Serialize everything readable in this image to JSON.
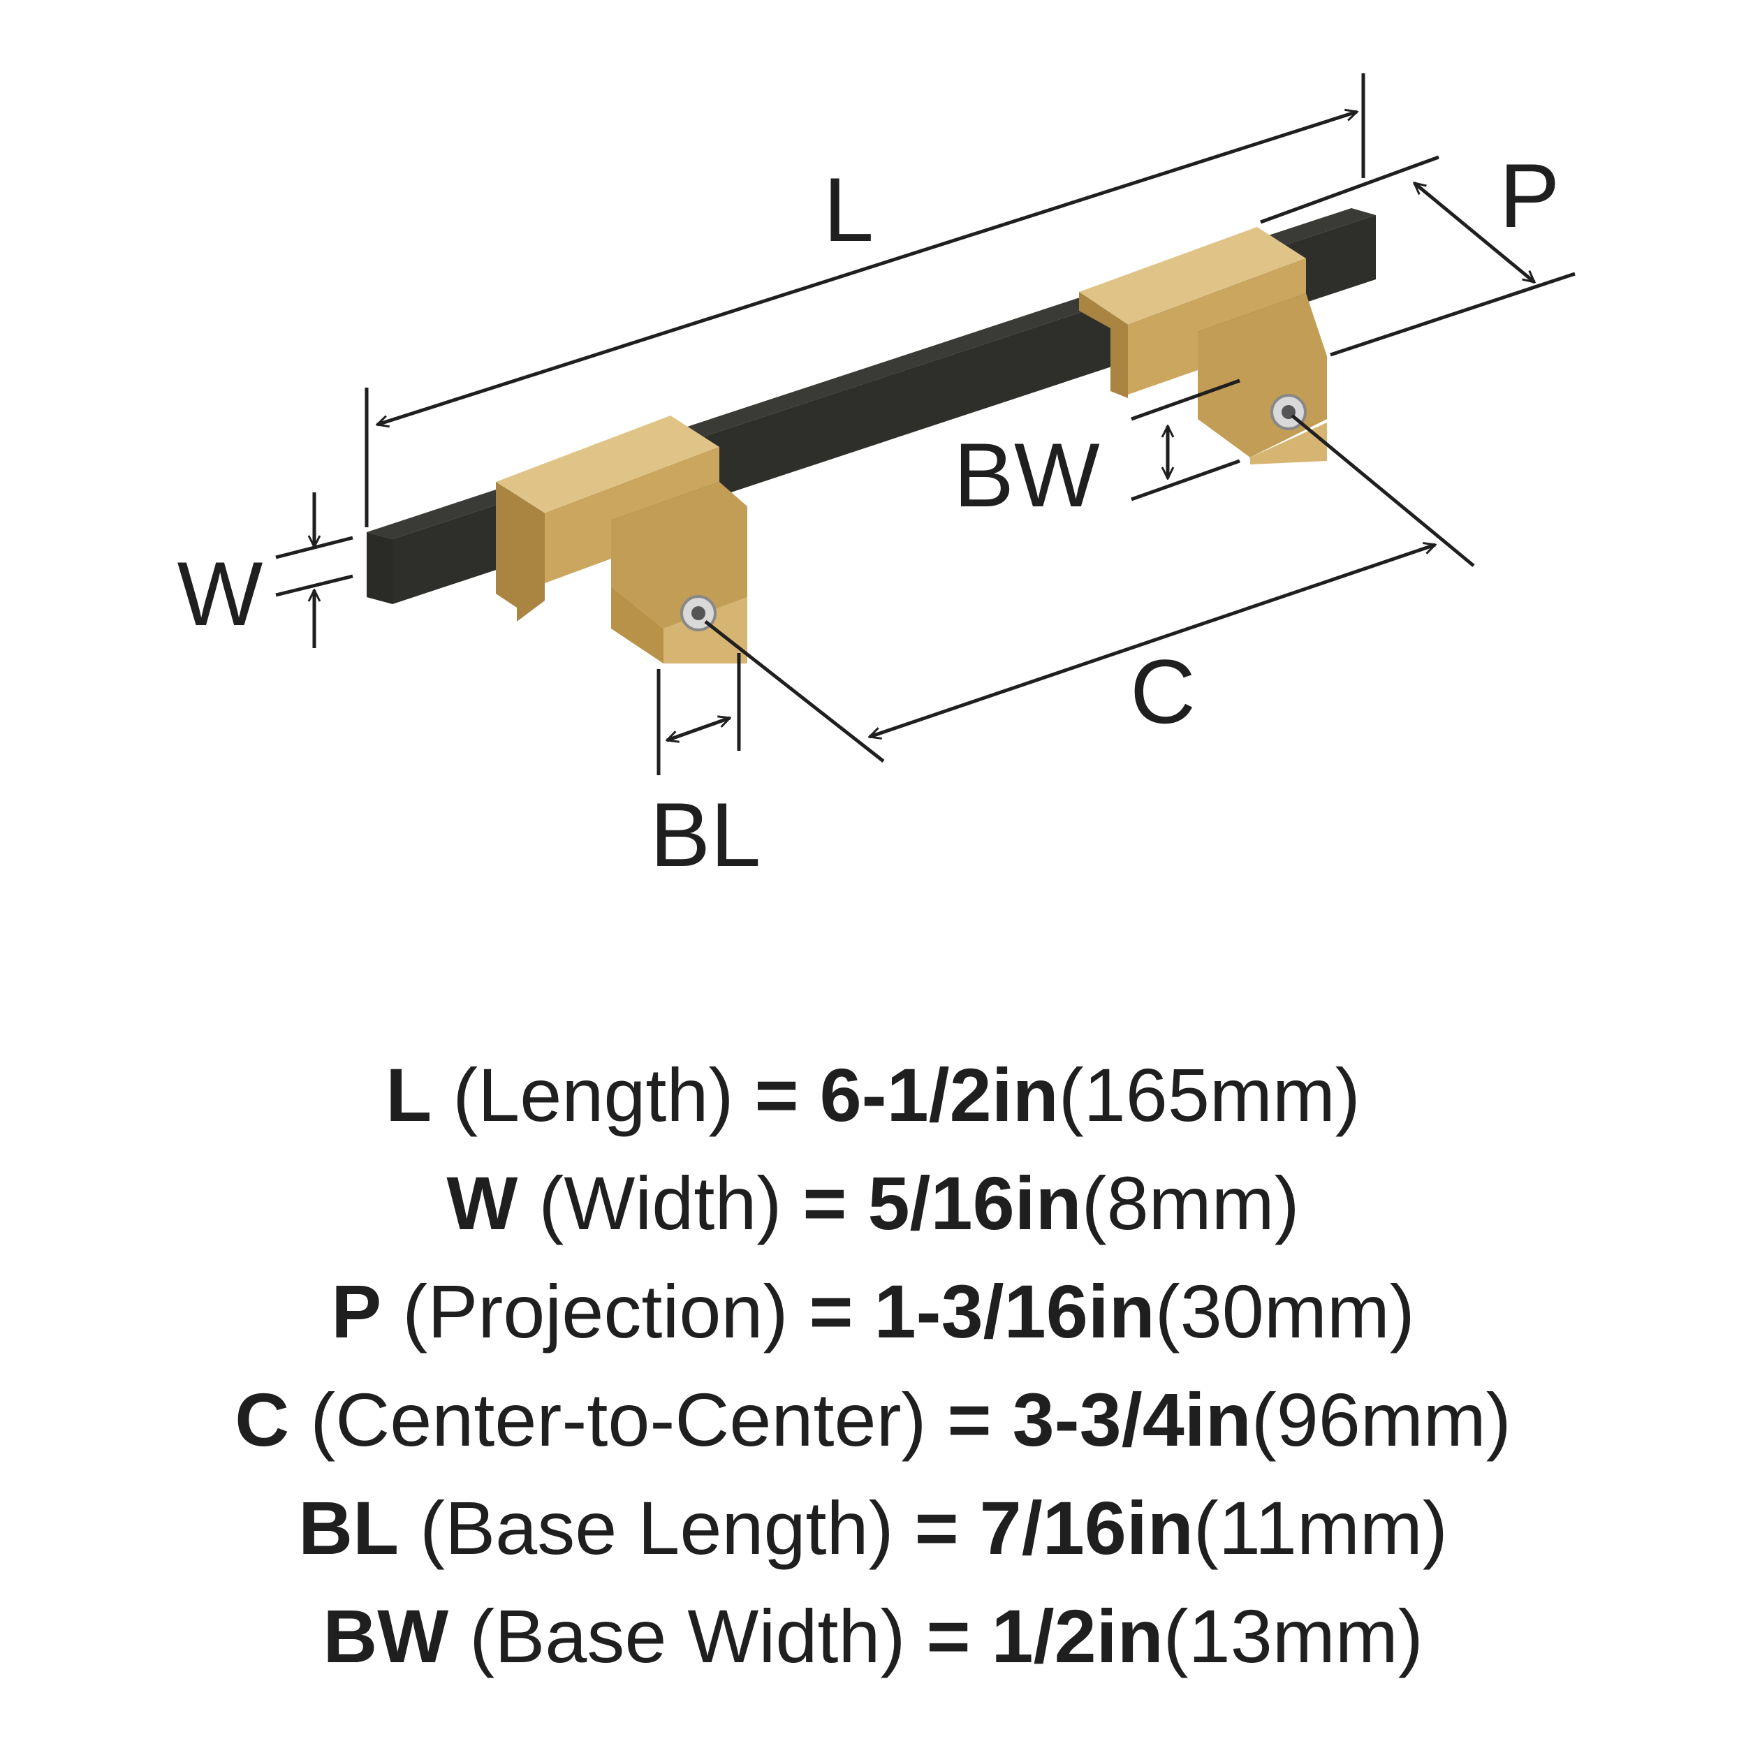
{
  "colors": {
    "rod": "#2e2e2a",
    "base": "#cba65f",
    "base_dark": "#a98541",
    "base_light": "#e5c98c",
    "line": "#1f1f1f"
  },
  "labels": {
    "L": "L",
    "P": "P",
    "BW": "BW",
    "W": "W",
    "C": "C",
    "BL": "BL"
  },
  "specs": [
    {
      "code": "L",
      "name": "(Length)",
      "eq": "=",
      "imperial": "6-1/2in",
      "metric": "(165mm)"
    },
    {
      "code": "W",
      "name": "(Width)",
      "eq": "=",
      "imperial": "5/16in",
      "metric": "(8mm)"
    },
    {
      "code": "P",
      "name": "(Projection)",
      "eq": "=",
      "imperial": "1-3/16in",
      "metric": "(30mm)"
    },
    {
      "code": "C",
      "name": "(Center-to-Center)",
      "eq": "=",
      "imperial": "3-3/4in",
      "metric": "(96mm)"
    },
    {
      "code": "BL",
      "name": "(Base Length)",
      "eq": "=",
      "imperial": "7/16in",
      "metric": "(11mm)"
    },
    {
      "code": "BW",
      "name": "(Base Width)",
      "eq": "=",
      "imperial": "1/2in",
      "metric": "(13mm)"
    }
  ]
}
